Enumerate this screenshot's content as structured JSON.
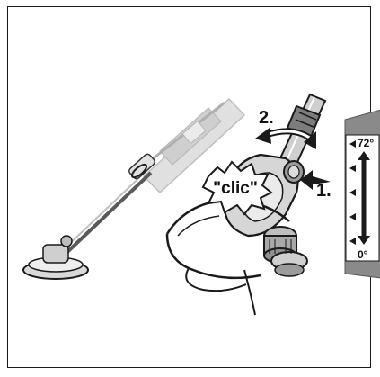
{
  "diagram": {
    "callouts": {
      "step_1": "1.",
      "step_2": "2.",
      "click_sound": "\"clic\""
    },
    "angle_scale": {
      "top_label": "72°",
      "bottom_label": "0°",
      "color": "#8a8a8a"
    },
    "colors": {
      "frame": "#1a1a1a",
      "ink": "#111111",
      "ghost_tool": "#b5b5b5",
      "shaft": "#9a9a9a"
    }
  }
}
